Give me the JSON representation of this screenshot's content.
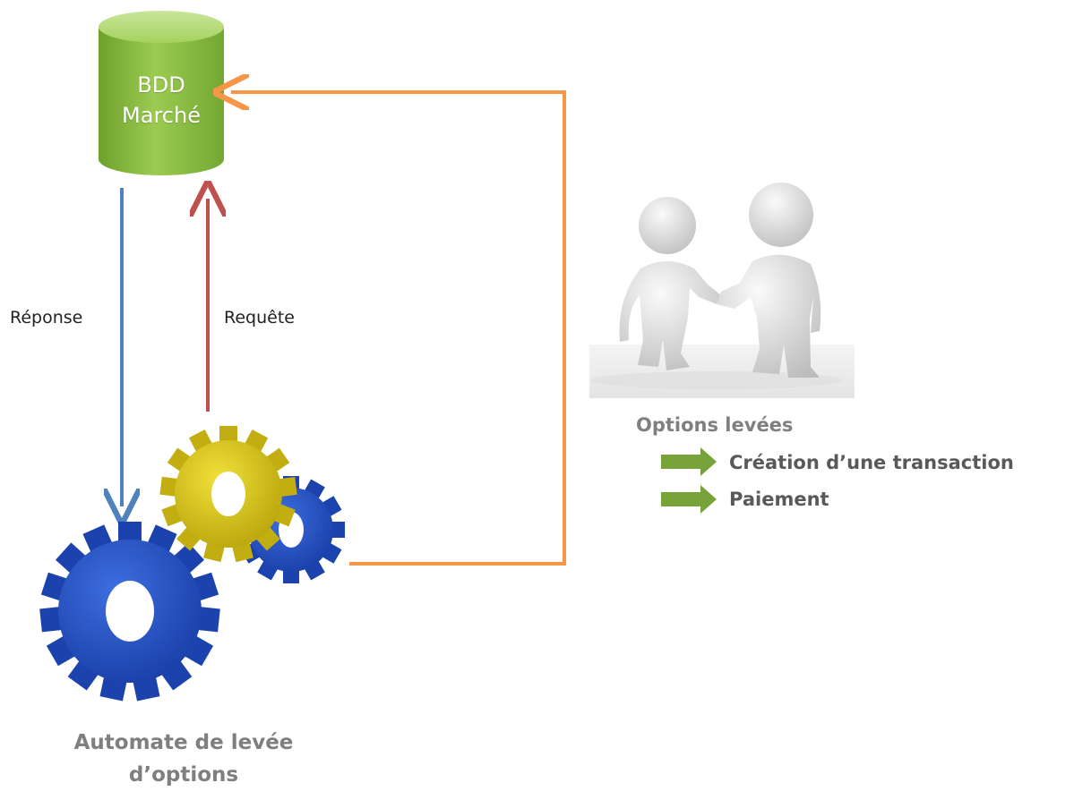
{
  "database": {
    "label_line1": "BDD",
    "label_line2": "Marché",
    "color": "#8dbf42"
  },
  "edges": {
    "response_label": "Réponse",
    "request_label": "Requête",
    "response_color": "#4f81bd",
    "request_color": "#c0504d",
    "feedback_color": "#f79646"
  },
  "automate": {
    "label": "Automate de levée d'options",
    "label_line1": "Automate de levée",
    "label_line2": "d’options",
    "gear_icons": [
      "large-blue-gear-icon",
      "yellow-gear-icon",
      "small-blue-gear-icon"
    ]
  },
  "options": {
    "title": "Options levées",
    "items": [
      "Création d’une transaction",
      "Paiement"
    ],
    "bullet_icon": "green-arrow-icon",
    "bullet_color": "#77a33a"
  },
  "illustration": {
    "icon": "handshake-figures-icon"
  }
}
